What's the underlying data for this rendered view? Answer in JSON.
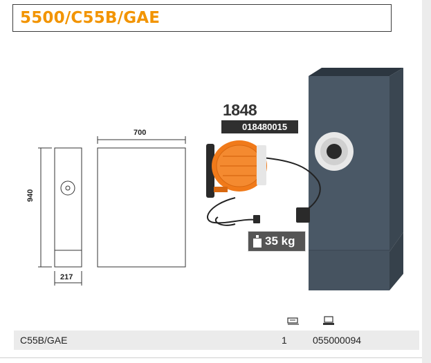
{
  "product": {
    "title": "5500/C55B/GAE"
  },
  "drawing": {
    "width_label": "700",
    "height_label": "940",
    "depth_label": "217"
  },
  "accessory": {
    "model": "1848",
    "article_code": "018480015",
    "weight": "35 kg"
  },
  "table": {
    "header_icons": [
      "quantity-icon",
      "article-code-icon"
    ],
    "rows": [
      {
        "model": "C55B/GAE",
        "quantity": "1",
        "code": "055000094"
      }
    ]
  },
  "colors": {
    "title": "#f29400",
    "reel": "#f07a1a",
    "cabinet": "#4a5866"
  }
}
